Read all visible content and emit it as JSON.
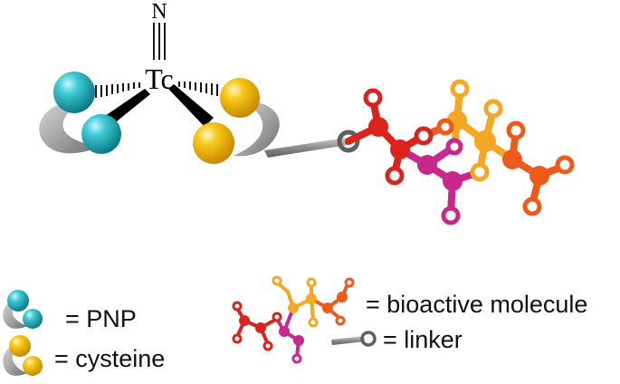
{
  "complex": {
    "metal_symbol": "Tc",
    "nitrido_symbol": "N"
  },
  "legend": {
    "pnp_label": "= PNP",
    "cysteine_label": "= cysteine",
    "bioactive_label": "= bioactive molecule",
    "linker_label": "= linker"
  },
  "colors": {
    "pnp": "#1fb8c4",
    "cysteine": "#f2be0f",
    "bio_red": "#d9231c",
    "bio_orange_red": "#ee5a1a",
    "bio_orange": "#f5a623",
    "bio_magenta": "#c8288c",
    "backbone_gray": "#8a8a8a"
  }
}
